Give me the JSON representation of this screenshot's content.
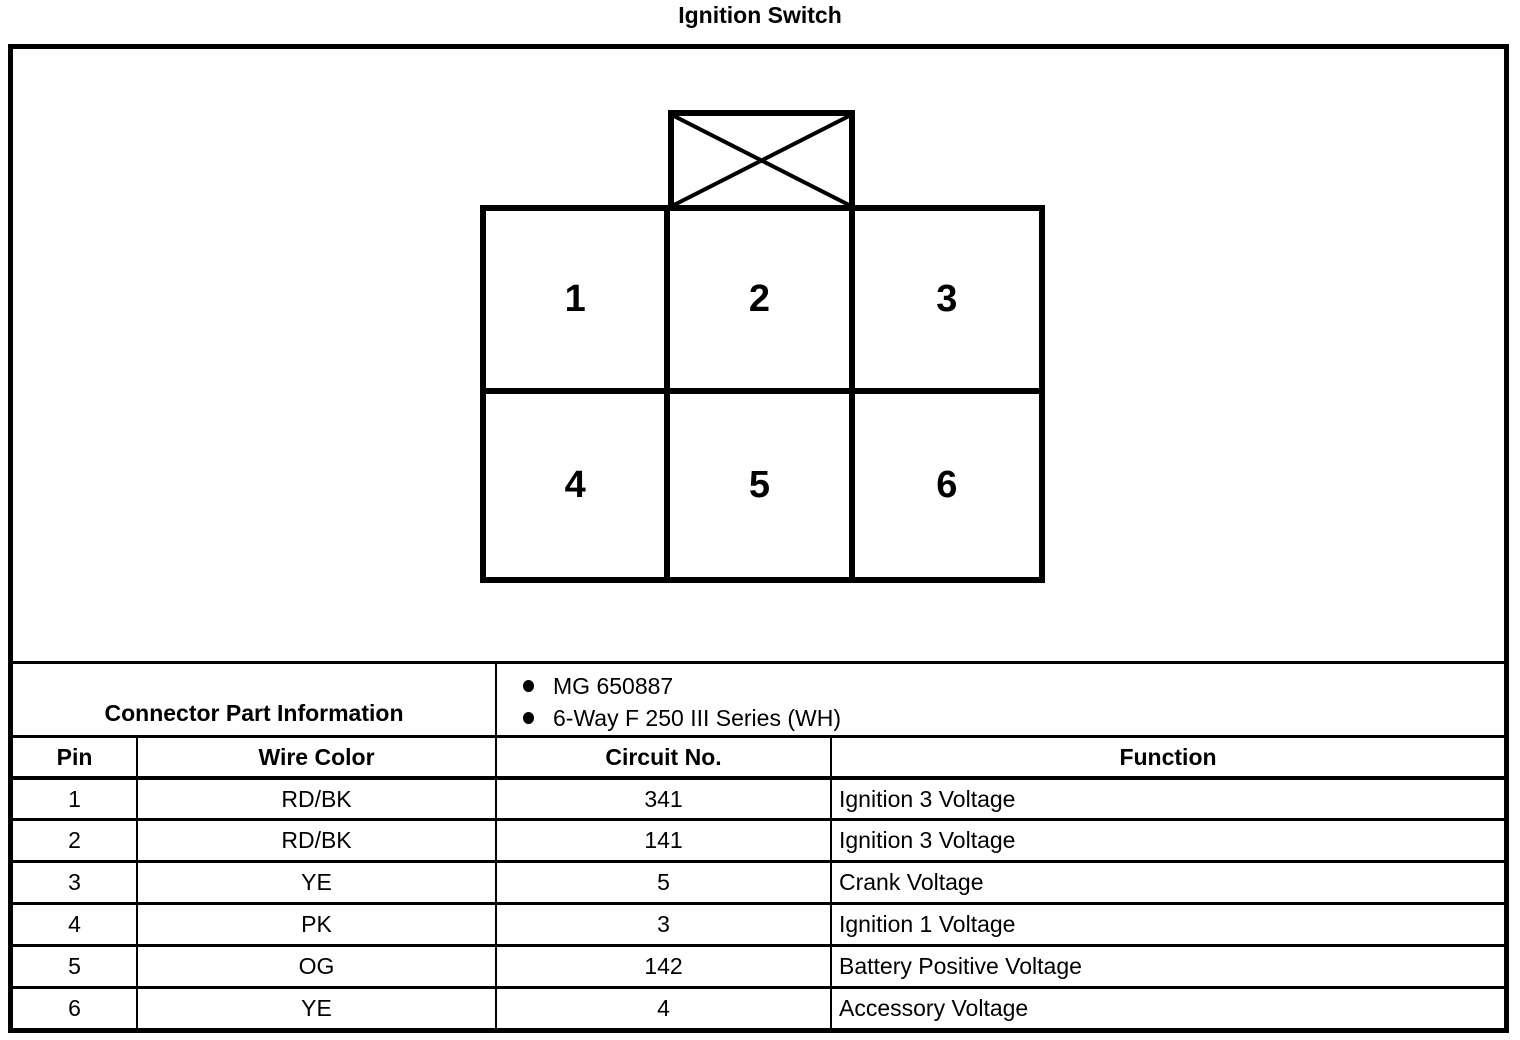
{
  "title": "Ignition Switch",
  "colors": {
    "ink": "#000000",
    "background": "#ffffff"
  },
  "icons": {
    "bullet": "filled-circle",
    "keyway": "x-mark"
  },
  "diagram": {
    "cavities": [
      "1",
      "2",
      "3",
      "4",
      "5",
      "6"
    ]
  },
  "connector_part_information": {
    "label": "Connector Part Information",
    "items": [
      "MG 650887",
      "6-Way F 250 III Series (WH)"
    ]
  },
  "pin_table": {
    "headers": {
      "pin": "Pin",
      "wire_color": "Wire Color",
      "circuit_no": "Circuit No.",
      "function": "Function"
    },
    "rows": [
      {
        "pin": "1",
        "wire_color": "RD/BK",
        "circuit_no": "341",
        "function": "Ignition 3 Voltage"
      },
      {
        "pin": "2",
        "wire_color": "RD/BK",
        "circuit_no": "141",
        "function": "Ignition 3 Voltage"
      },
      {
        "pin": "3",
        "wire_color": "YE",
        "circuit_no": "5",
        "function": "Crank Voltage"
      },
      {
        "pin": "4",
        "wire_color": "PK",
        "circuit_no": "3",
        "function": "Ignition 1 Voltage"
      },
      {
        "pin": "5",
        "wire_color": "OG",
        "circuit_no": "142",
        "function": "Battery Positive Voltage"
      },
      {
        "pin": "6",
        "wire_color": "YE",
        "circuit_no": "4",
        "function": "Accessory Voltage"
      }
    ]
  }
}
